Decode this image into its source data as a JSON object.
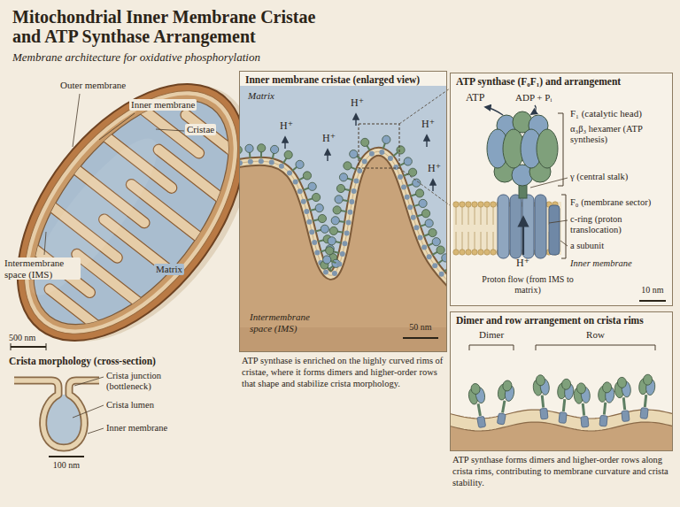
{
  "diagram": {
    "title": "Mitochondrial Inner Membrane Cristae and ATP Synthase Arrangement",
    "nodes": [
      {
        "text": [
          "Inner membrane cristae (enlarged view)",
          "ATP synthase is enriched on the highly curved rims of cristae, where it forms dimers and higher-order rows that shape and stabilize crista morphology."
        ]
      },
      {
        "text": [
          "ATP synthase (F₀F₁) and arrangement"
        ]
      },
      {
        "text": [
          "Dimer and row arrangement on crista rims",
          "ATP synthase forms dimers and higher-order rows along crista rims, contributing to membrane curvature and crista stability."
        ]
      }
    ],
    "labels": [
      "Membrane architecture for oxidative phosphorylation",
      "Outer membrane",
      "Inner membrane",
      "Cristae",
      "Intermembrane space (IMS)",
      "Matrix",
      "500 nm",
      "Crista morphology (cross-section)",
      "Crista junction (bottleneck)",
      "Crista lumen",
      "Inner membrane",
      "100 nm",
      "Matrix",
      "H⁺",
      "H⁺",
      "H⁺",
      "H⁺",
      "H⁺",
      "Intermembrane space (IMS)",
      "50 nm",
      "ATP",
      "ADP + Pᵢ",
      "F₁ (catalytic head)",
      "α₃β₃ hexamer (ATP synthesis)",
      "γ (central stalk)",
      "F₀ (membrane sector)",
      "c-ring (proton translocation)",
      "a subunit",
      "Inner membrane",
      "H⁺",
      "Proton flow (from IMS to matrix)",
      "10 nm",
      "Dimer",
      "Row"
    ]
  }
}
